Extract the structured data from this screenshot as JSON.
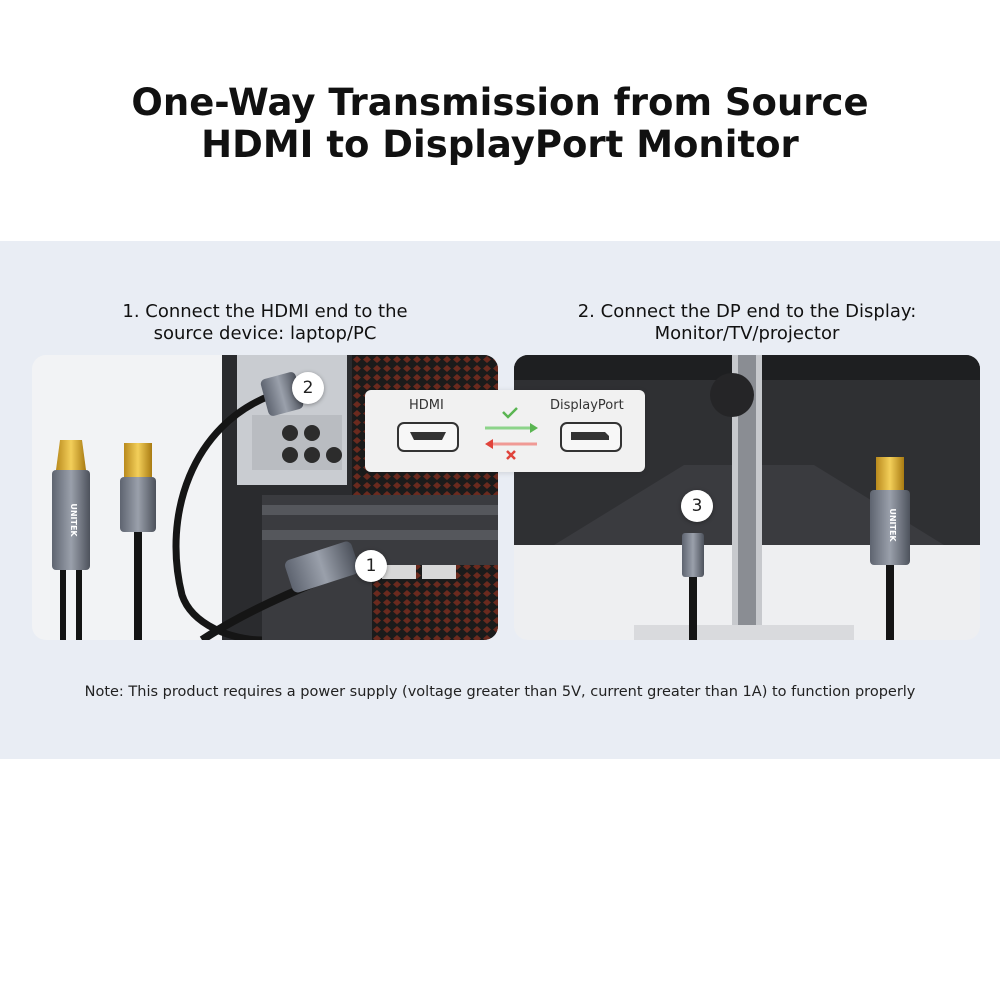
{
  "title": {
    "line1": "One-Way Transmission from Source",
    "line2": "HDMI to DisplayPort Monitor"
  },
  "step1": {
    "line1": "1. Connect the HDMI end to the",
    "line2": "source device: laptop/PC"
  },
  "step2": {
    "line1": "2. Connect the DP end to the Display:",
    "line2": "Monitor/TV/projector"
  },
  "markers": [
    "1",
    "2",
    "3"
  ],
  "direction": {
    "from_label": "HDMI",
    "to_label": "DisplayPort",
    "forward_icon": "check-icon",
    "reverse_icon": "cross-icon",
    "forward_color": "#5ab552",
    "reverse_color": "#e0433b"
  },
  "brand": "UNITEK",
  "note": "Note: This product requires a power supply (voltage greater than 5V, current greater than 1A) to function properly"
}
